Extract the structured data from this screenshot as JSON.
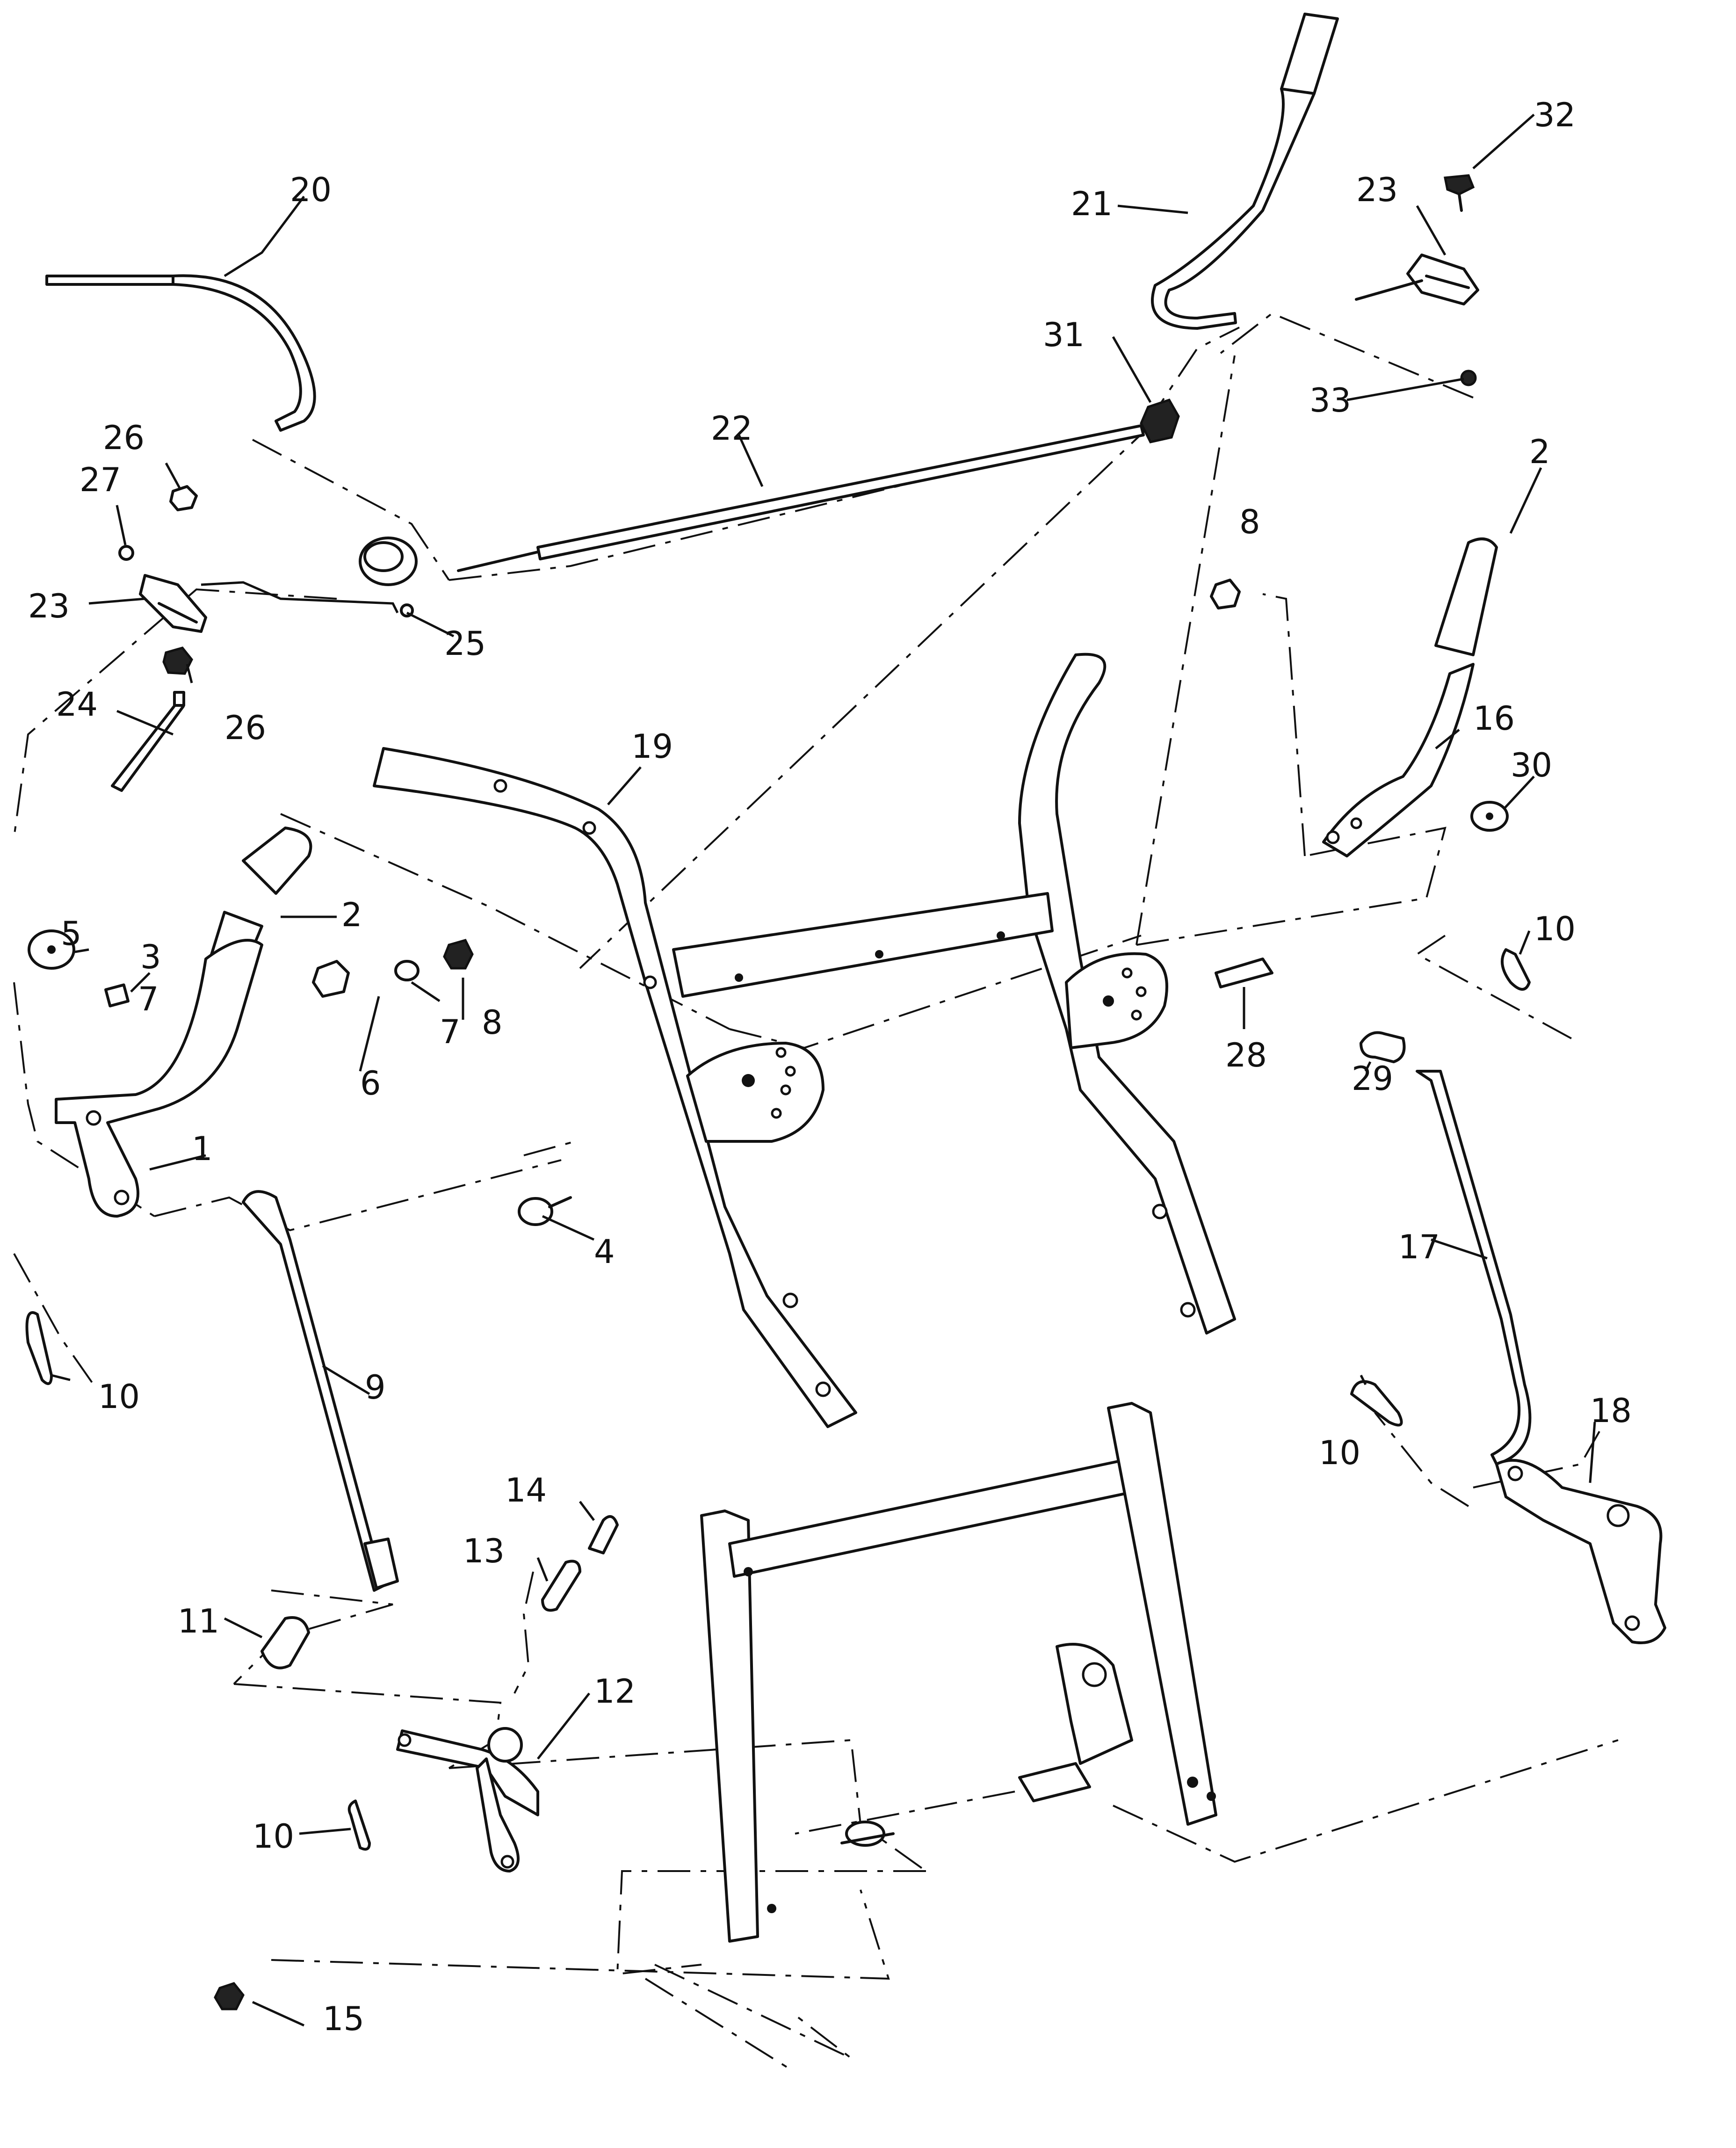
{
  "callouts": {
    "c1": "1",
    "c2a": "2",
    "c2b": "2",
    "c3": "3",
    "c4": "4",
    "c5": "5",
    "c6": "6",
    "c7a": "7",
    "c7b": "7",
    "c8a": "8",
    "c8b": "8",
    "c9": "9",
    "c10a": "10",
    "c10b": "10",
    "c10c": "10",
    "c10d": "10",
    "c11": "11",
    "c12": "12",
    "c13": "13",
    "c14": "14",
    "c15": "15",
    "c16": "16",
    "c17": "17",
    "c18": "18",
    "c19": "19",
    "c20": "20",
    "c21": "21",
    "c22": "22",
    "c23a": "23",
    "c23b": "23",
    "c24": "24",
    "c25": "25",
    "c26a": "26",
    "c26b": "26",
    "c27": "27",
    "c28": "28",
    "c29": "29",
    "c30": "30",
    "c31": "31",
    "c32": "32",
    "c33": "33"
  }
}
